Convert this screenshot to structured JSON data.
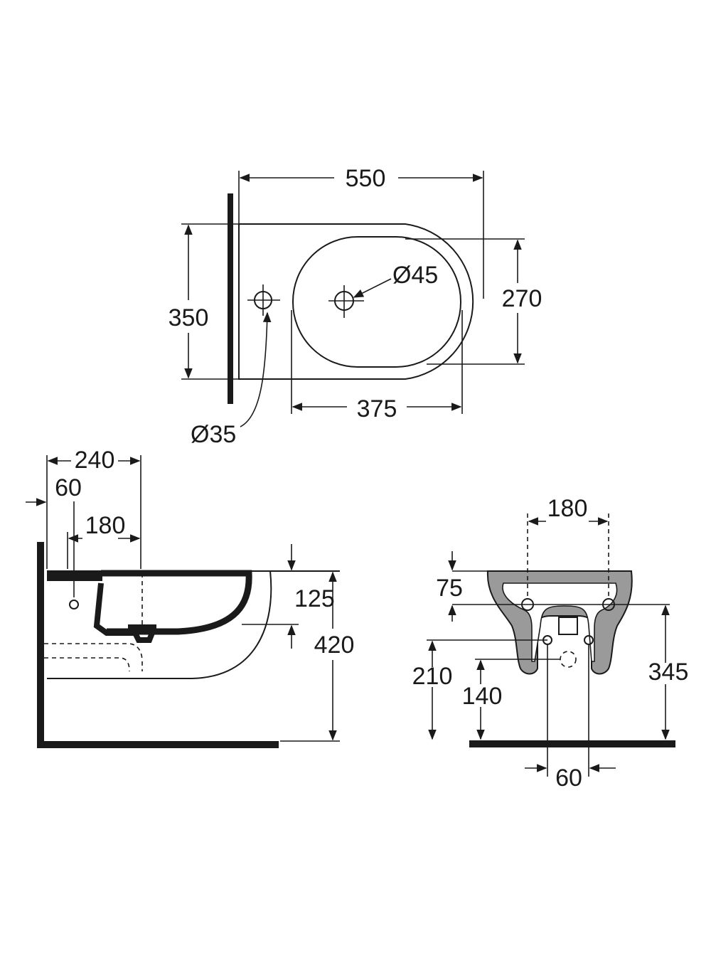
{
  "top_view": {
    "width_label": "550",
    "depth_label": "350",
    "bowl_depth_label": "270",
    "bowl_length_label": "375",
    "drain_diameter_label": "Ø45",
    "tap_hole_diameter_label": "Ø35"
  },
  "side_view": {
    "label_240": "240",
    "label_60": "60",
    "label_180": "180",
    "label_125": "125",
    "label_420": "420"
  },
  "rear_view": {
    "fixing_spacing_label": "180",
    "fixing_offset_label": "75",
    "fixing_height_label": "345",
    "inlet_height_label": "210",
    "waste_height_label": "140",
    "inlet_spacing_label": "60"
  }
}
